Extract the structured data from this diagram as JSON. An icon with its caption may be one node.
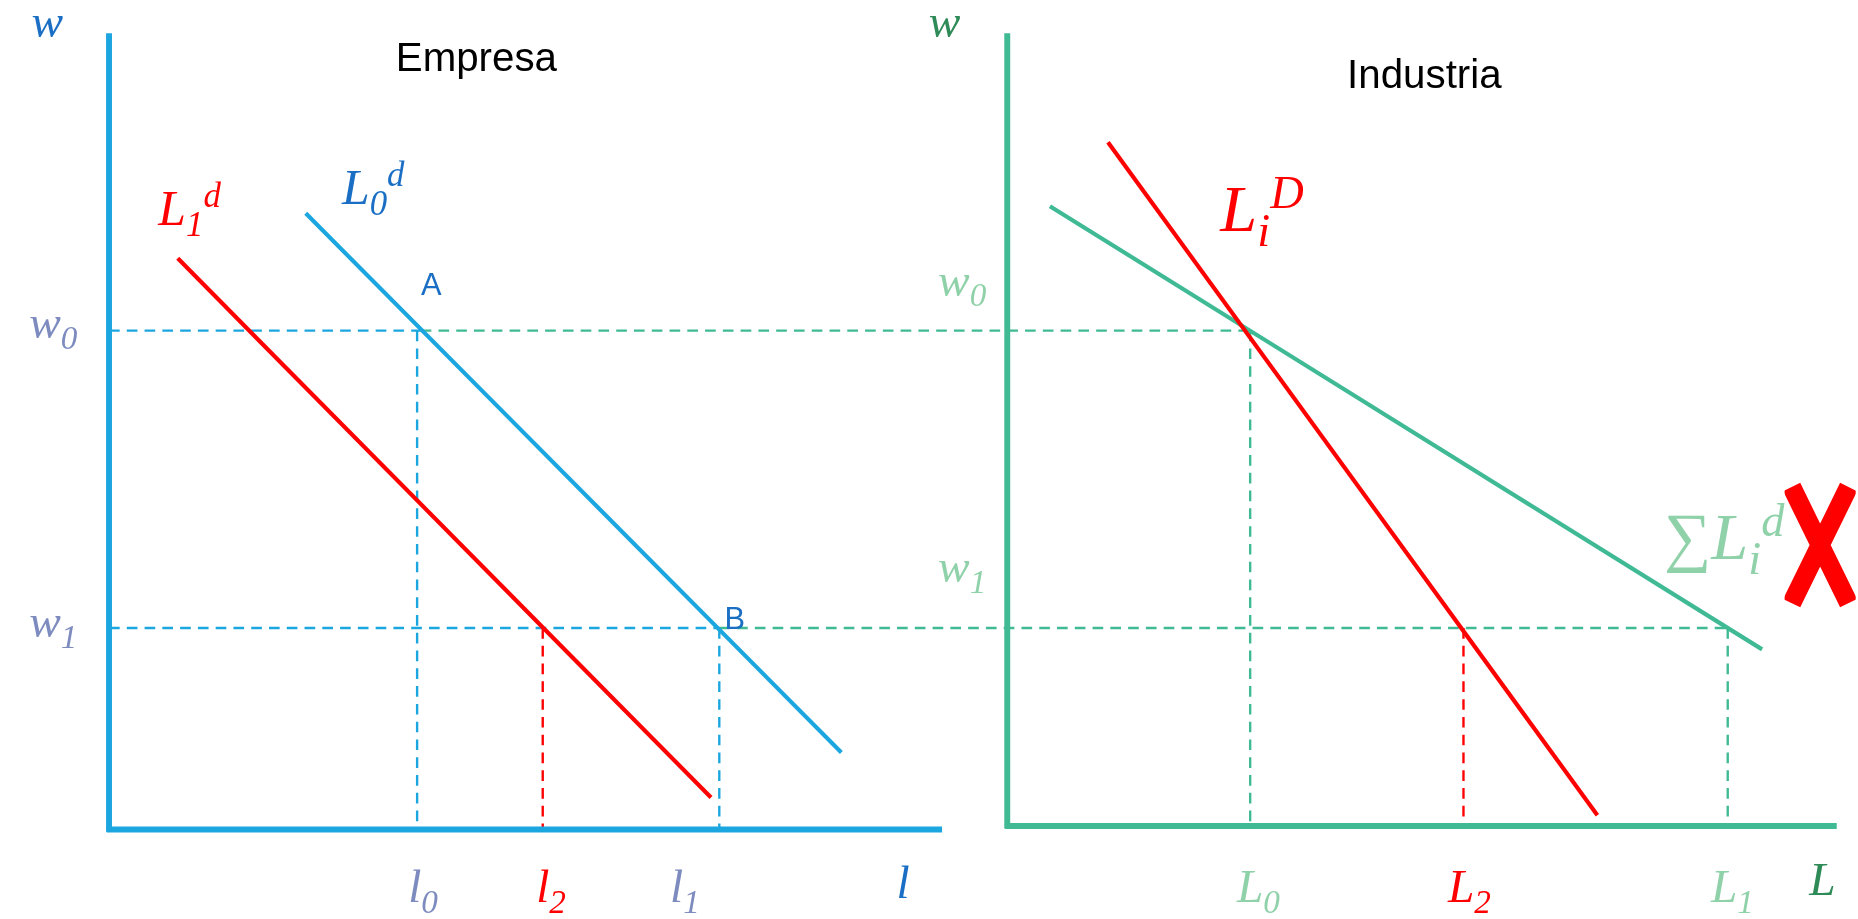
{
  "diagram": {
    "labels": [
      "w",
      "Empresa",
      "w",
      "Industria",
      "L$_{1}$$^{d}$",
      "L$_{0}$$^{d}$",
      "L$_{i}$$^{D}$",
      "w$_{0}$",
      "A",
      "w$_{0}$",
      "∑L$_{i}$$^{d}$",
      "B",
      "w$_{1}$",
      "w$_{1}$",
      "l$_{0}$",
      "l$_{2}$",
      "l$_{1}$",
      "l",
      "L$_{0}$",
      "L$_{2}$",
      "L$_{1}$",
      "L"
    ]
  }
}
